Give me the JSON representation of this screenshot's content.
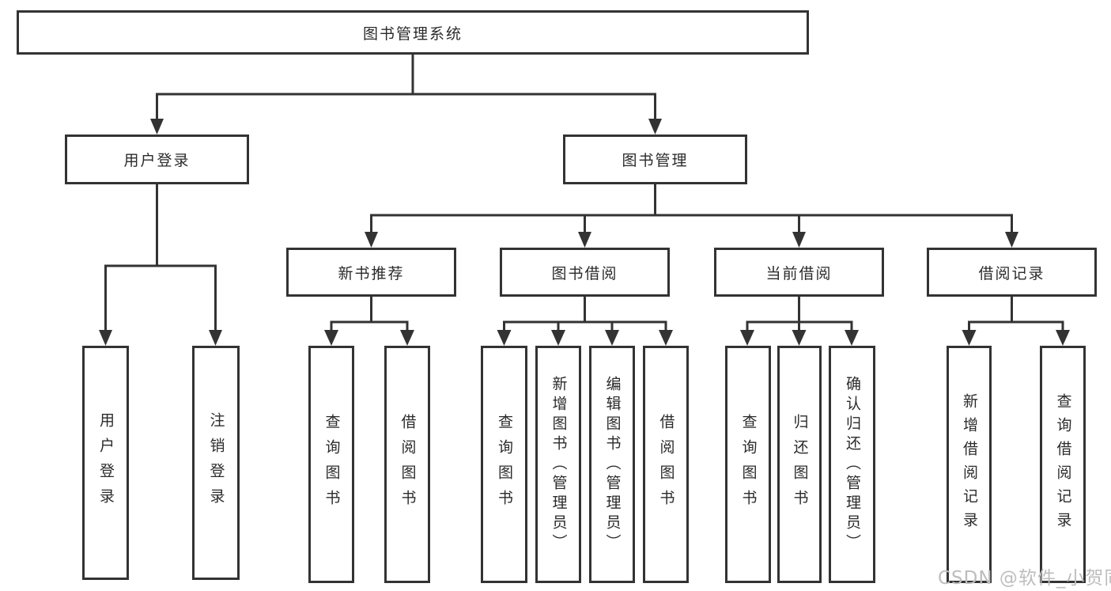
{
  "diagram": {
    "root": {
      "label": "图书管理系统"
    },
    "level2": {
      "user_login": {
        "label": "用户登录"
      },
      "book_management": {
        "label": "图书管理"
      }
    },
    "level3": {
      "new_book": {
        "label": "新书推荐"
      },
      "book_borrow": {
        "label": "图书借阅"
      },
      "current_borrow": {
        "label": "当前借阅"
      },
      "borrow_record": {
        "label": "借阅记录"
      }
    },
    "leaves": {
      "user_login": [
        "用户登录",
        "注销登录"
      ],
      "new_book": [
        "查询图书",
        "借阅图书"
      ],
      "book_borrow": [
        "查询图书",
        "新增图书（管理员）",
        "编辑图书（管理员）",
        "借阅图书"
      ],
      "current_borrow": [
        "查询图书",
        "归还图书",
        "确认归还（管理员）"
      ],
      "borrow_record": [
        "新增借阅记录",
        "查询借阅记录"
      ]
    }
  },
  "watermark": "CSDN @软件_小贺同学",
  "colors": {
    "line": "#333333",
    "text": "#2b2b2b",
    "background": "#ffffff",
    "watermark": "#bdbdbd"
  }
}
